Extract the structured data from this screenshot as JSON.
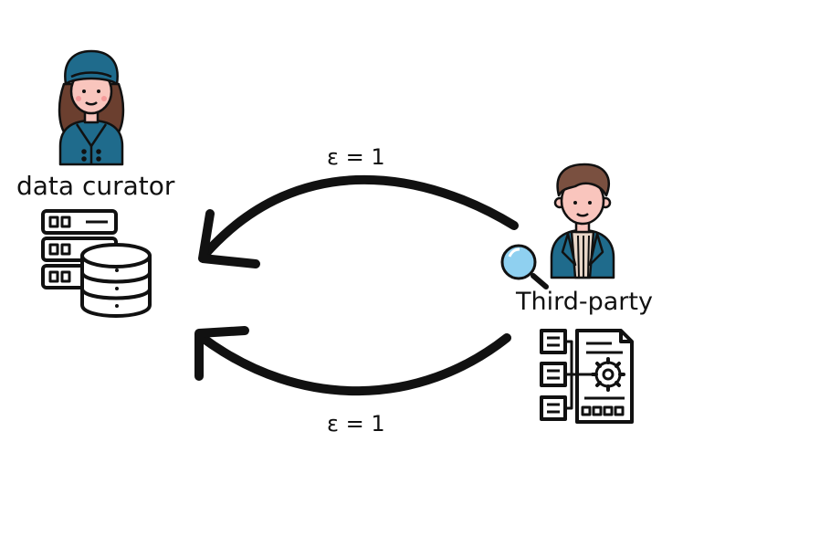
{
  "actors": {
    "curator": {
      "label": "data curator",
      "icon": "woman-avatar-icon"
    },
    "third_party": {
      "label": "Third-party",
      "icon": "man-avatar-icon"
    }
  },
  "icons": {
    "database": "database-server-icon",
    "search": "magnifier-icon",
    "document": "settings-document-icon"
  },
  "edges": [
    {
      "from": "Third-party",
      "to": "data curator",
      "label": "ε = 1"
    },
    {
      "from": "Third-party",
      "to": "data curator",
      "label": "ε = 1"
    }
  ],
  "colors": {
    "outline": "#111111",
    "clothing": "#1f6b8c",
    "skin": "#f9c5bd",
    "hair_female": "#6b3f2f",
    "hair_male": "#7a5040",
    "glass": "#8fd0f0",
    "stripe_light": "#e8d6c8"
  }
}
